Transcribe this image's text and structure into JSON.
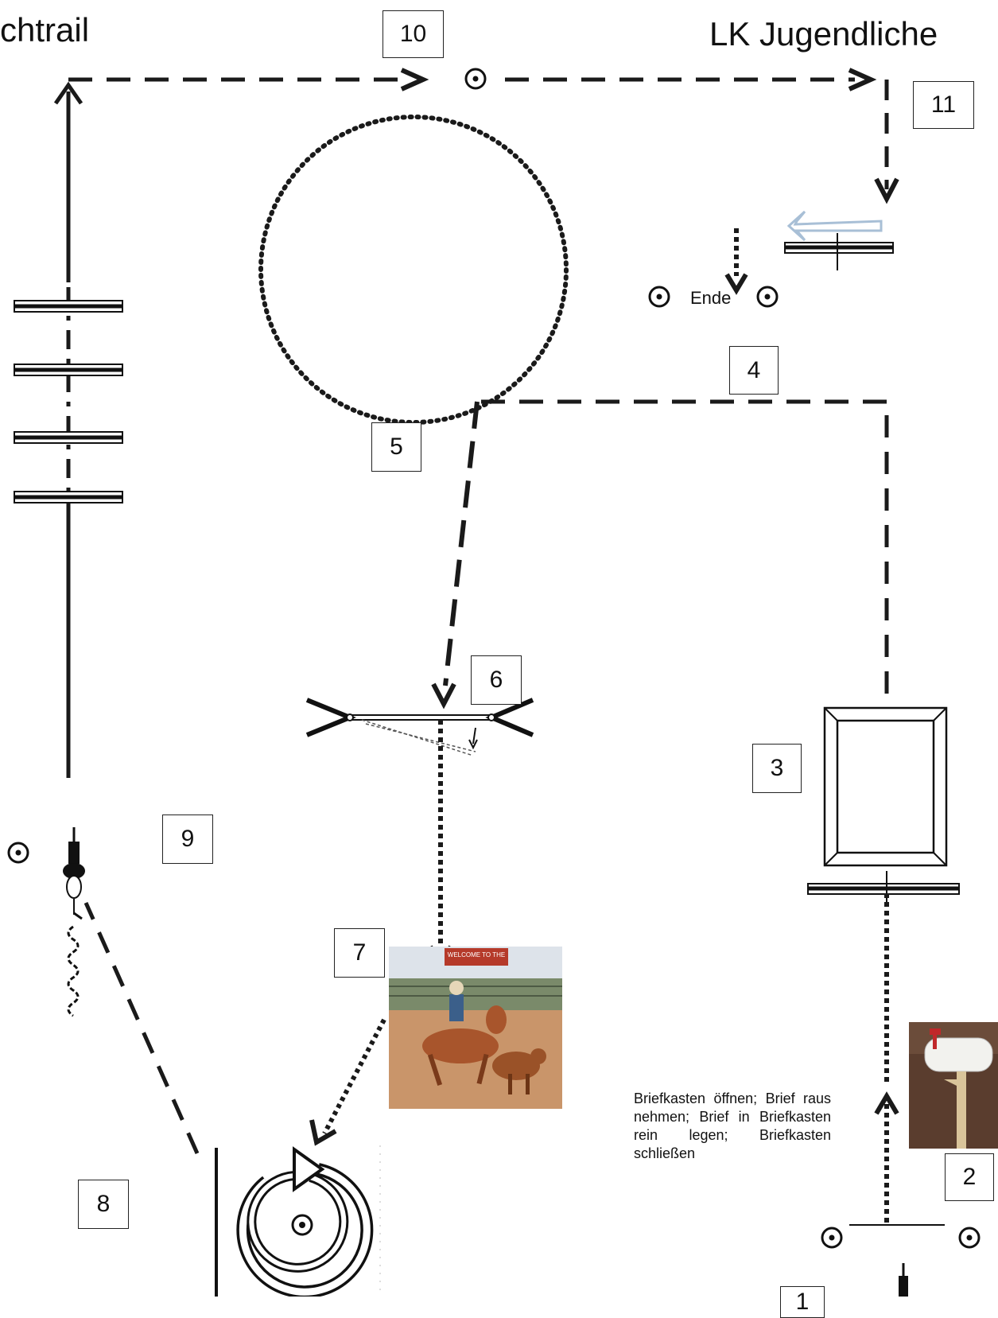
{
  "header": {
    "title_left": "chtrail",
    "title_right": "LK Jugendliche"
  },
  "stations": [
    "1",
    "2",
    "3",
    "4",
    "5",
    "6",
    "7",
    "8",
    "9",
    "10",
    "11"
  ],
  "labels": {
    "finish": "Ende"
  },
  "notes": {
    "mailbox": "Briefkasten öffnen; Brief raus nehmen; Brief in Briefkasten rein legen; Briefkasten schließen"
  },
  "photo_banner": "WELCOME TO THE",
  "colors": {
    "line": "#1a1a1a",
    "arrow_outline": "#a8bfd6",
    "dirt": "#c9956a",
    "grass": "#6f8f4e"
  },
  "icons": [
    "cone-marker-icon",
    "pole-icon",
    "gate-icon",
    "box-icon",
    "turn-icon",
    "rider-icon",
    "mailbox-photo",
    "roping-photo"
  ]
}
